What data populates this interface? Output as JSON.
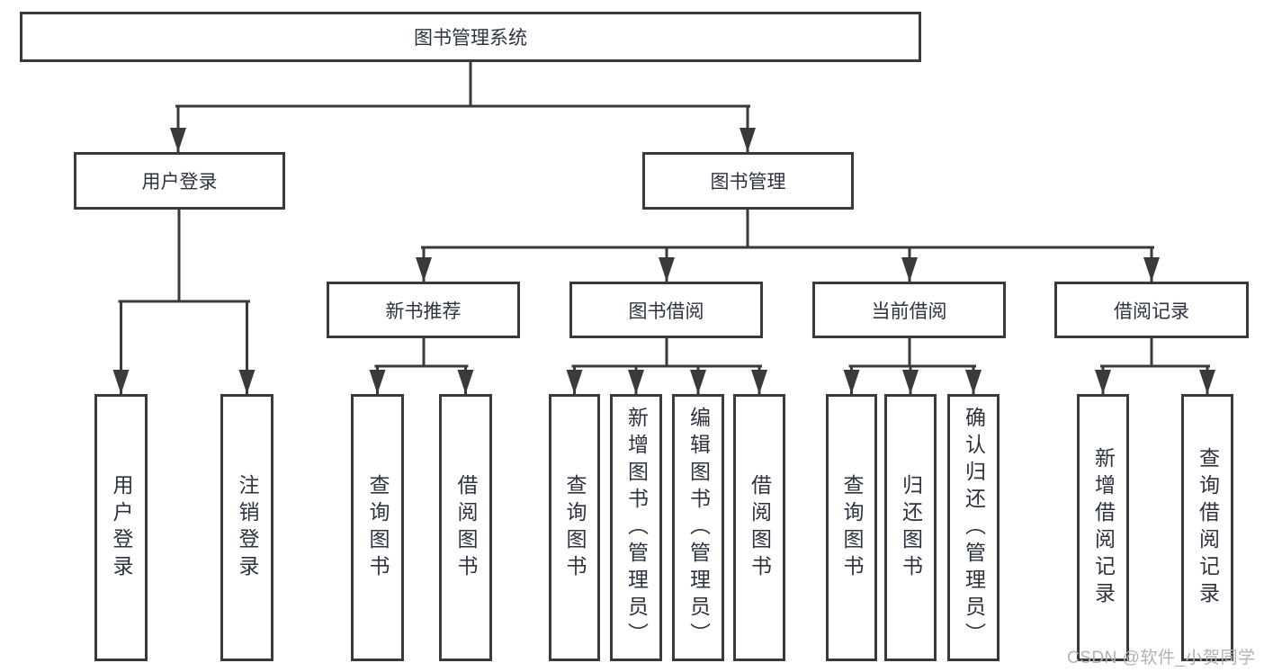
{
  "tree": {
    "label": "图书管理系统",
    "children": [
      {
        "label": "用户登录",
        "children": [
          {
            "label": "用户登录"
          },
          {
            "label": "注销登录"
          }
        ]
      },
      {
        "label": "图书管理",
        "children": [
          {
            "label": "新书推荐",
            "children": [
              {
                "label": "查询图书"
              },
              {
                "label": "借阅图书"
              }
            ]
          },
          {
            "label": "图书借阅",
            "children": [
              {
                "label": "查询图书"
              },
              {
                "label": "新增图书（管理员）"
              },
              {
                "label": "编辑图书（管理员）"
              },
              {
                "label": "借阅图书"
              }
            ]
          },
          {
            "label": "当前借阅",
            "children": [
              {
                "label": "查询图书"
              },
              {
                "label": "归还图书"
              },
              {
                "label": "确认归还（管理员）"
              }
            ]
          },
          {
            "label": "借阅记录",
            "children": [
              {
                "label": "新增借阅记录"
              },
              {
                "label": "查询借阅记录"
              }
            ]
          }
        ]
      }
    ]
  },
  "watermark": {
    "text": "CSDN @软件_小贺同学"
  },
  "colors": {
    "line": "#3a3a3a",
    "text": "#2e3340",
    "watermark": "#b2b2b2",
    "background": "#ffffff"
  }
}
